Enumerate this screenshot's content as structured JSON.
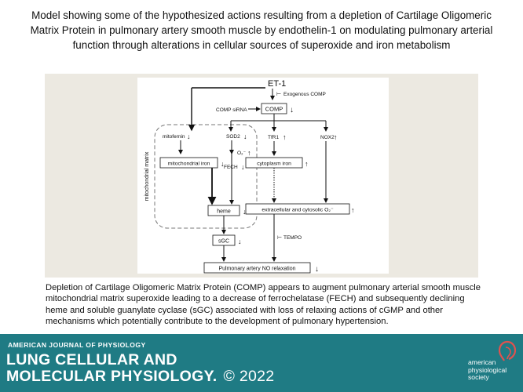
{
  "title": "Model showing some of the hypothesized actions resulting from a depletion of Cartilage Oligomeric Matrix Protein in pulmonary artery smooth muscle by endothelin-1 on modulating pulmonary arterial function through alterations in cellular sources of superoxide and iron metabolism",
  "diagram": {
    "et1": "ET-1",
    "exogenous_comp": "Exogenous COMP",
    "comp_sirna": "COMP siRNA",
    "comp": "COMP",
    "mitofernin": "mitofernin",
    "sod2": "SOD2",
    "o2": "O₂⁻",
    "fech": "FECH",
    "tfr1": "TfR1",
    "nox2": "NOX2",
    "mitochondrial_iron": "mitochondrial iron",
    "cytoplasm_iron": "cytoplasm iron",
    "heme": "heme",
    "extracellular_o2": "extracellular and cytosolic O₂⁻",
    "sgc": "sGC",
    "tempo": "TEMPO",
    "mito_matrix": "mitochondrial matrix",
    "pa_relaxation": "Pulmonary artery NO relaxation",
    "down": "↓",
    "up": "↑",
    "inhibit": "⊢"
  },
  "caption": "Depletion of Cartilage Oligomeric Matrix Protein (COMP) appears to augment pulmonary arterial smooth muscle mitochondrial matrix superoxide leading to a decrease of ferrochelatase (FECH) and subsequently declining heme and soluble guanylate cyclase (sGC) associated with loss of relaxing actions of cGMP and other mechanisms which potentially contribute to the development of pulmonary hypertension.",
  "footer": {
    "journal_prefix": "AMERICAN JOURNAL OF PHYSIOLOGY",
    "journal_line1": "LUNG CELLULAR AND",
    "journal_line2": "MOLECULAR PHYSIOLOGY.",
    "copyright": "© 2022",
    "society": [
      "american",
      "physiological",
      "society"
    ],
    "background_color": "#1f7b84",
    "logo_color": "#e0524f"
  }
}
